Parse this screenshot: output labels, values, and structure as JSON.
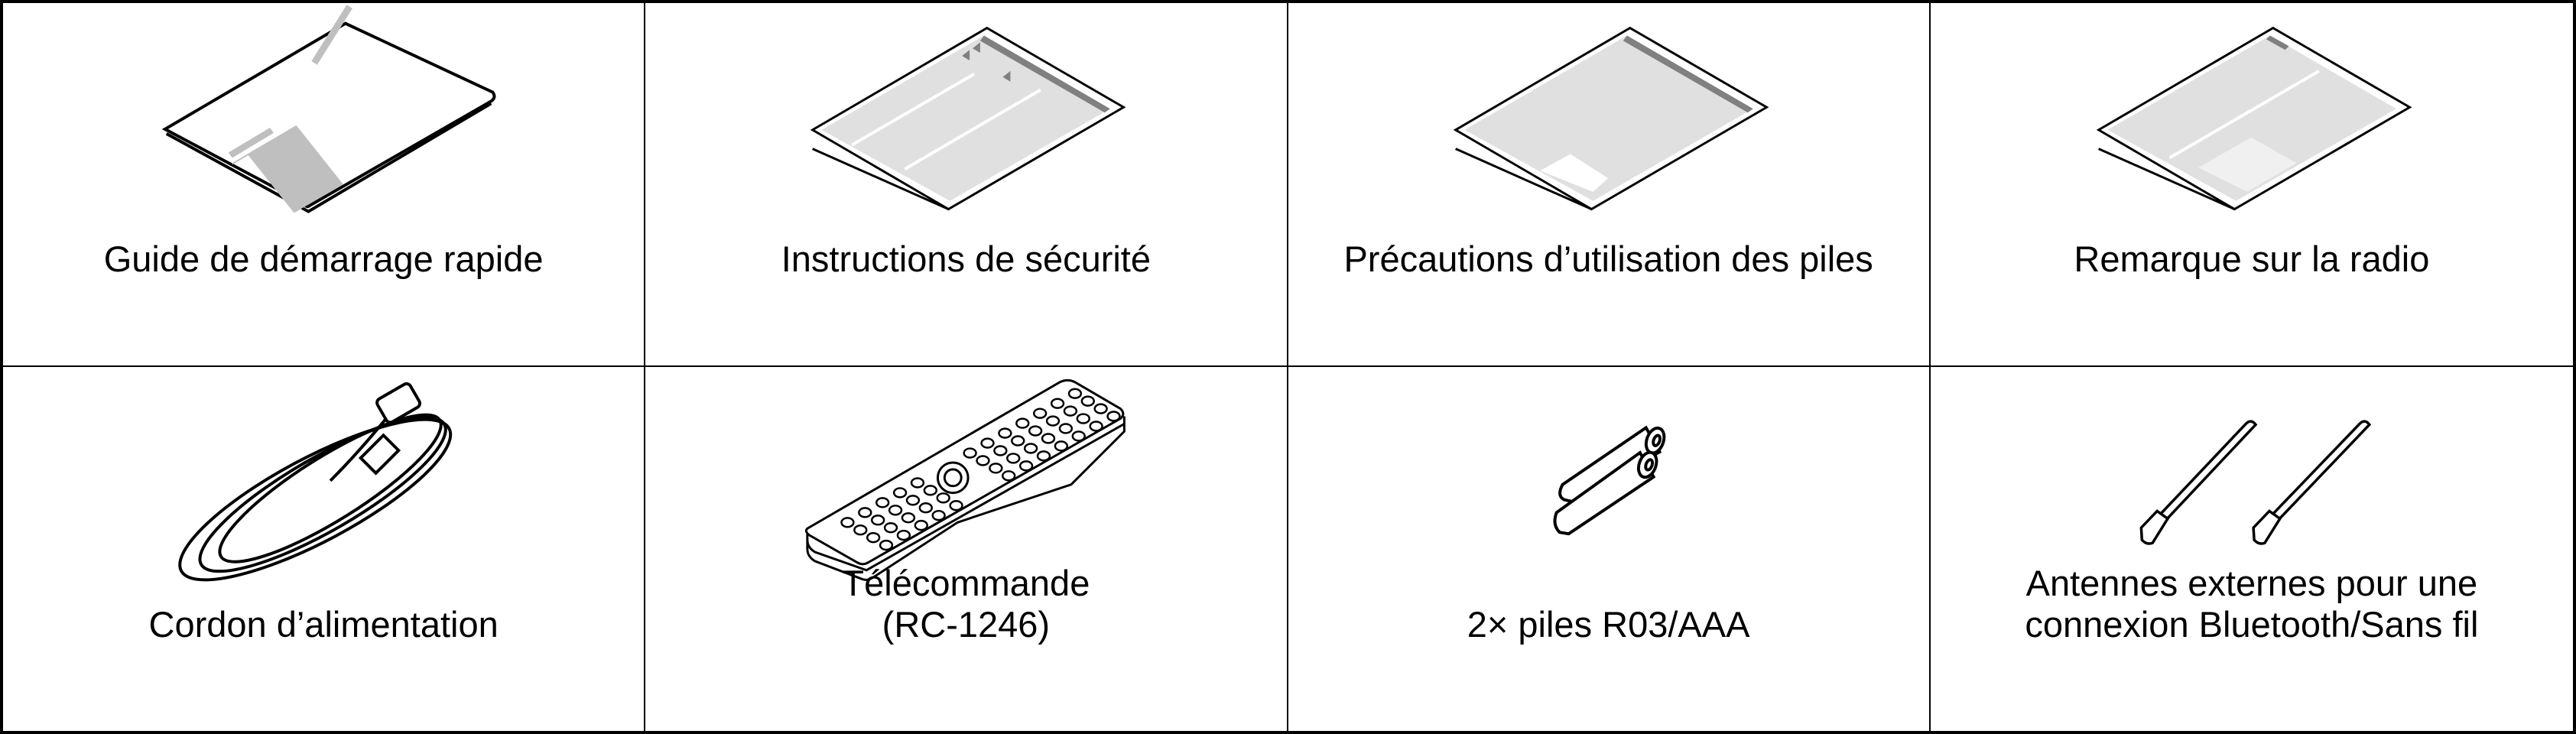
{
  "items": [
    {
      "label": [
        "Guide de démarrage rapide"
      ],
      "icon": "quick-start-guide-icon"
    },
    {
      "label": [
        "Instructions de sécurité"
      ],
      "icon": "safety-instructions-icon"
    },
    {
      "label": [
        "Précautions d’utilisation des piles"
      ],
      "icon": "battery-precautions-icon"
    },
    {
      "label": [
        "Remarque sur la radio"
      ],
      "icon": "radio-notice-icon"
    },
    {
      "label": [
        "Cordon d’alimentation"
      ],
      "icon": "power-cord-icon"
    },
    {
      "label": [
        "Télécommande",
        "(RC-1246)"
      ],
      "icon": "remote-control-icon"
    },
    {
      "label": [
        "2× piles R03/AAA"
      ],
      "icon": "batteries-icon"
    },
    {
      "label": [
        "Antennes externes pour une",
        "connexion Bluetooth/Sans fil"
      ],
      "icon": "antennas-icon"
    }
  ],
  "colors": {
    "line": "#000000",
    "light_gray": "#e0e0e0",
    "mid_gray": "#bfbfbf",
    "dark_gray": "#808080"
  }
}
